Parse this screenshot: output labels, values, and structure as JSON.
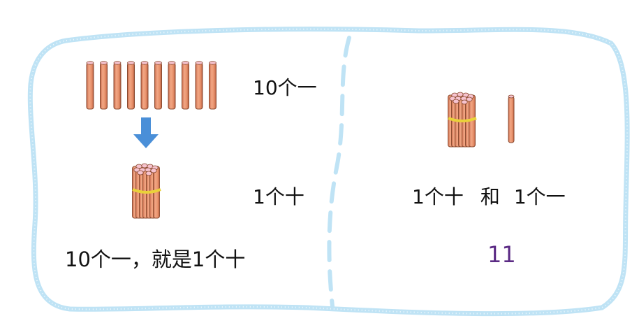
{
  "left_panel": {
    "top_label": "10个一",
    "bundle_label": "1个十",
    "statement": "10个一，就是1个十",
    "loose_stick_count": 10
  },
  "right_panel": {
    "bundle_label": "1个十",
    "conjunction": "和",
    "single_label": "1个一",
    "number": "11"
  },
  "colors": {
    "frame": "#bfe3f5",
    "divider": "#bfe3f5",
    "stick": "#e8926c",
    "stick_edge": "#8a4a30",
    "stick_top": "#f6c3cf",
    "band": "#e9d23a",
    "arrow": "#4a8fd8",
    "number": "#5b2a84"
  }
}
